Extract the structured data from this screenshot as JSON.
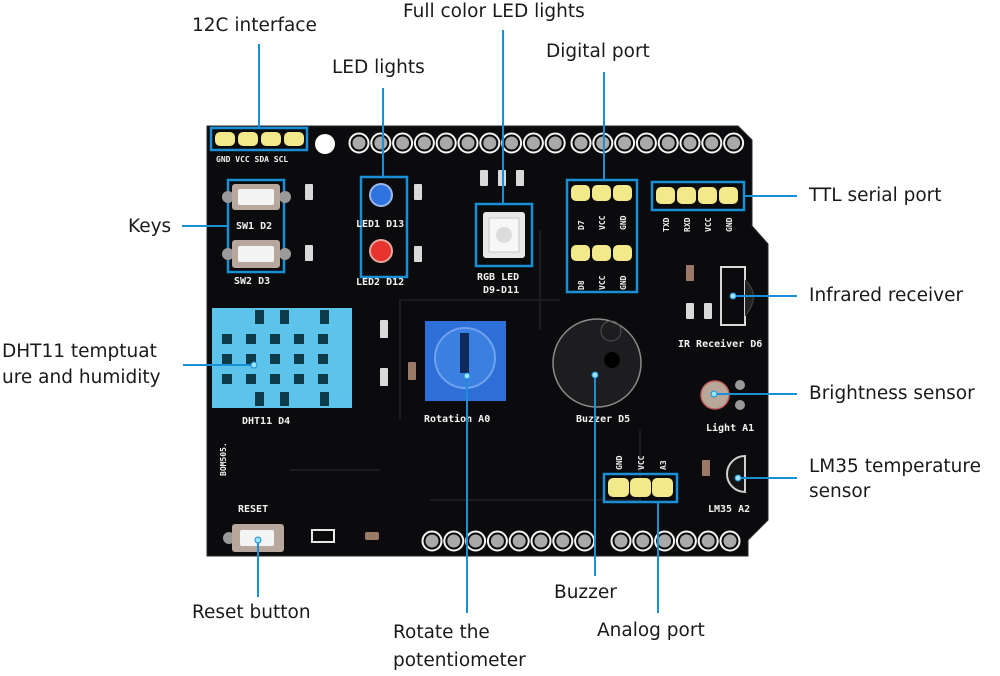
{
  "diagram": {
    "colors": {
      "board": "#0b0b0d",
      "leader": "#1a8fd6",
      "header_yellow": "#f3e88a",
      "dht_blue": "#5cc4ea",
      "pot_blue": "#2d6fd6",
      "led_blue": "#2f73e0",
      "led_red": "#e8342e"
    },
    "callouts": {
      "i2c": "12C interface",
      "led_lights": "LED lights",
      "full_color_led": "Full color LED lights",
      "digital_port": "Digital port",
      "ttl_serial": "TTL serial port",
      "keys": "Keys",
      "infrared": "Infrared receiver",
      "dht11_line1": "DHT11 temptuat",
      "dht11_line2": "ure and humidity",
      "brightness": "Brightness sensor",
      "lm35_line1": "LM35 temperature",
      "lm35_line2": "sensor",
      "reset": "Reset button",
      "potentiometer_line1": "Rotate the",
      "potentiometer_line2": "potentiometer",
      "buzzer": "Buzzer",
      "analog_port": "Analog port"
    },
    "silkscreen": {
      "i2c_pins": "GND VCC SDA SCL",
      "sw1": "SW1  D2",
      "sw2": "SW2  D3",
      "led1": "LED1  D13",
      "led2": "LED2  D12",
      "rgb1": "RGB LED",
      "rgb2": "D9-D11",
      "digital_top": [
        "D7",
        "VCC",
        "GND"
      ],
      "digital_bottom": [
        "D8",
        "VCC",
        "GND"
      ],
      "ttl_pins": [
        "TXD",
        "RXD",
        "VCC",
        "GND"
      ],
      "ir": "IR Receiver D6",
      "dht": "DHT11  D4",
      "pot": "Rotation A0",
      "buzzer": "Buzzer D5",
      "light": "Light A1",
      "lm35": "LM35  A2",
      "analog_pins": [
        "GND",
        "VCC",
        "A3"
      ],
      "reset": "RESET",
      "board_id": "BOM505."
    }
  }
}
